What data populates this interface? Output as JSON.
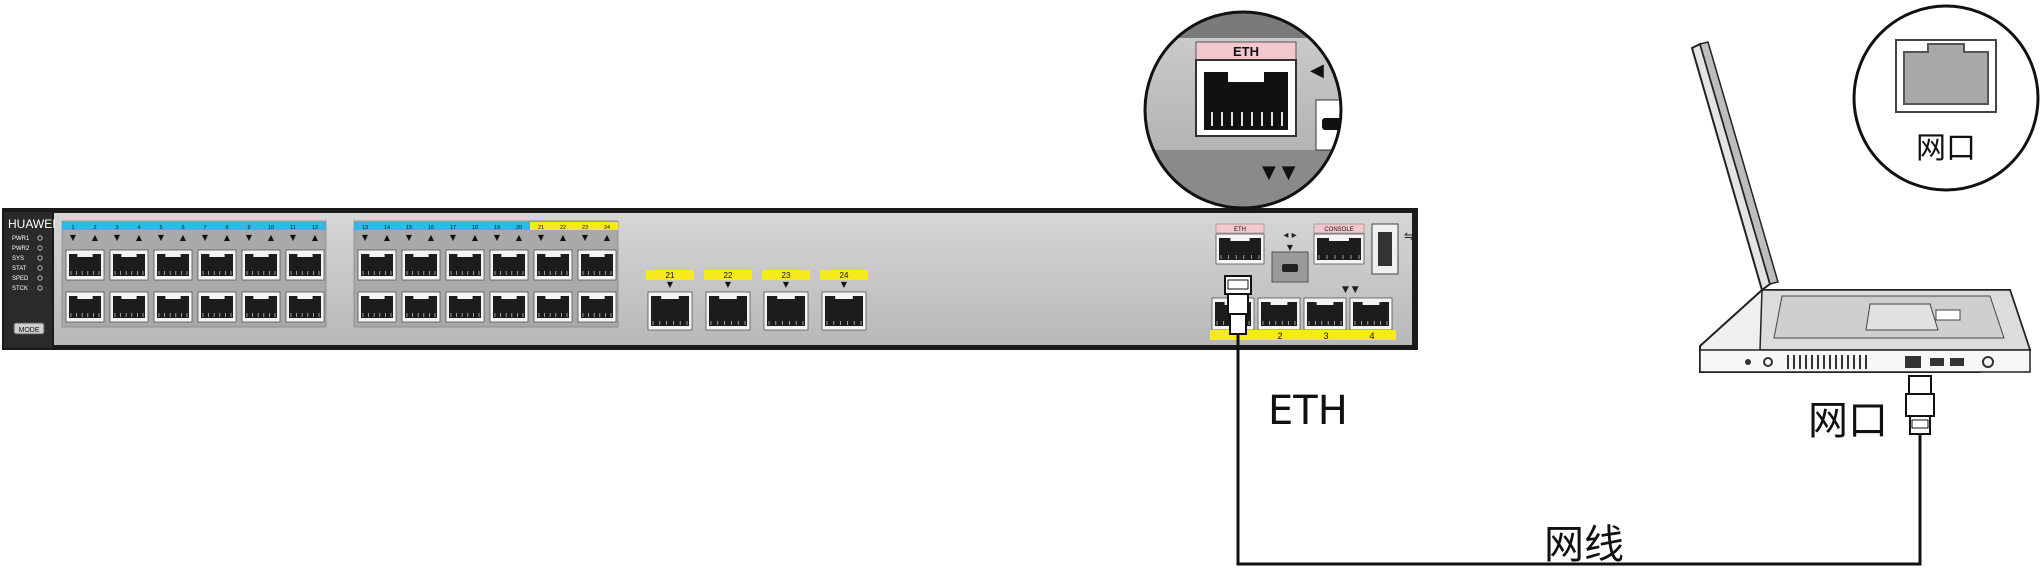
{
  "switch": {
    "brand": "HUAWEI",
    "leds": [
      "PWR1",
      "PWR2",
      "SYS",
      "STAT",
      "SPED",
      "STCK"
    ],
    "mode_button": "MODE",
    "group1_numbers": [
      "1",
      "2",
      "3",
      "4",
      "5",
      "6",
      "7",
      "8",
      "9",
      "10",
      "11",
      "12"
    ],
    "group2_numbers": [
      "13",
      "14",
      "15",
      "16",
      "17",
      "18",
      "19",
      "20",
      "21",
      "22",
      "23",
      "24"
    ],
    "sfp_numbers": [
      "21",
      "22",
      "23",
      "24"
    ],
    "eth_label": "ETH",
    "console_label": "CONSOLE",
    "bottom_strip_numbers": [
      "2",
      "3",
      "4"
    ]
  },
  "zoom_switch": {
    "eth_label": "ETH"
  },
  "zoom_laptop": {
    "label": "网口"
  },
  "labels": {
    "eth": "ETH",
    "laptop_port": "网口",
    "cable": "网线"
  },
  "colors": {
    "port_strip_blue": "#35b6e6",
    "port_strip_yellow": "#f6ea1c",
    "console_pink": "#f2c8cc",
    "chassis_dark": "#1a1a1a",
    "panel_gray": "#c8c8c8"
  }
}
